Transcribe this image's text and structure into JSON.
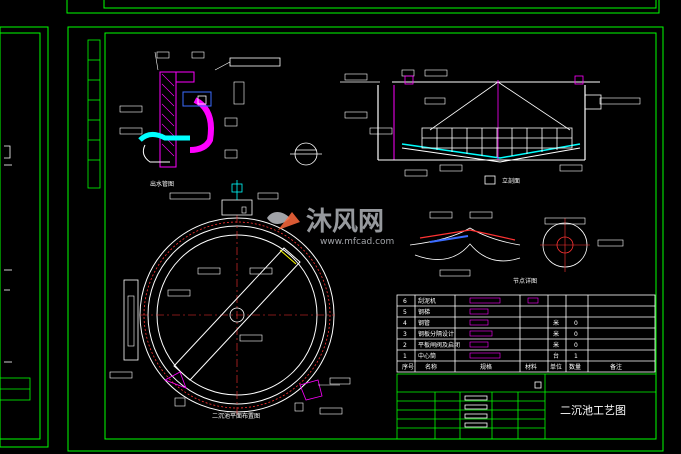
{
  "drawing": {
    "title": "二沉池工艺图",
    "views": {
      "outlet": "出水管图",
      "section": "立剖面",
      "plan": "二沉池平面布置图",
      "detail": "节点详图"
    },
    "table": {
      "headers": [
        "序号",
        "名称",
        "规格",
        "材料",
        "单位",
        "数量",
        "备注"
      ],
      "rows": [
        {
          "no": "6",
          "name": "刮泥机"
        },
        {
          "no": "5",
          "name": "钢梯"
        },
        {
          "no": "4",
          "name": "钢管"
        },
        {
          "no": "3",
          "name": "钢板分隔设计"
        },
        {
          "no": "2",
          "name": "平板闸阀及启闭"
        },
        {
          "no": "1",
          "name": "中心筒"
        }
      ],
      "row_values": [
        "",
        "",
        "米",
        "米",
        "米",
        "台"
      ],
      "row_values2": [
        "",
        "",
        "0",
        "0",
        "0",
        "1"
      ]
    }
  },
  "watermark": {
    "brand": "沐风网",
    "url": "www.mfcad.com"
  },
  "colors": {
    "background": "#000000",
    "frame": "#00ff00",
    "cyan": "#00ffff",
    "magenta": "#ff00ff",
    "red": "#ff3333",
    "yellow": "#ffff00",
    "white": "#ffffff",
    "blue": "#3b6cff"
  }
}
